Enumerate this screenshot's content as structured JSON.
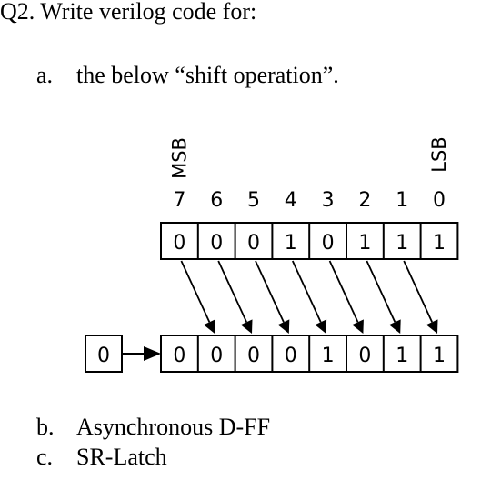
{
  "question": {
    "title": "Q2. Write verilog code for:"
  },
  "items": [
    {
      "marker": "a.",
      "text": "the below “shift operation”."
    },
    {
      "marker": "b.",
      "text": "Asynchronous D-FF"
    },
    {
      "marker": "c.",
      "text": "SR-Latch"
    }
  ],
  "diagram": {
    "msb_label": "MSB",
    "lsb_label": "LSB",
    "bit_indices": [
      "7",
      "6",
      "5",
      "4",
      "3",
      "2",
      "1",
      "0"
    ],
    "top_register": [
      "0",
      "0",
      "0",
      "1",
      "0",
      "1",
      "1",
      "1"
    ],
    "shift_in": "0",
    "bottom_register": [
      "0",
      "0",
      "0",
      "0",
      "1",
      "0",
      "1",
      "1"
    ]
  }
}
